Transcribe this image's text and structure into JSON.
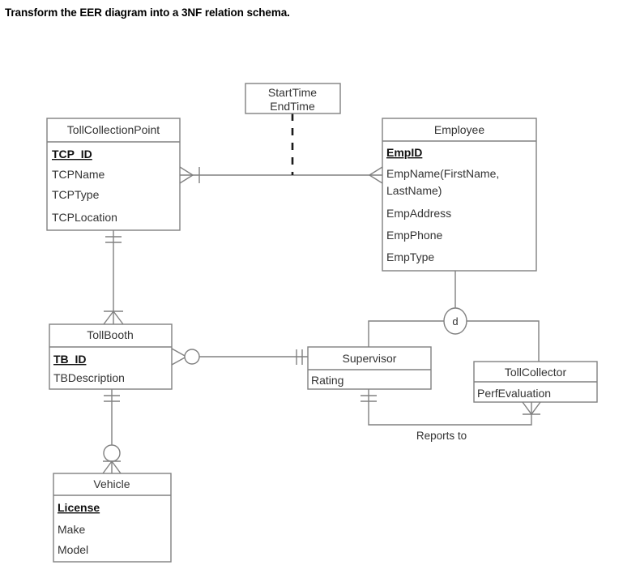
{
  "prompt": {
    "title": "Transform the EER diagram into a 3NF relation schema."
  },
  "diagram": {
    "type": "eer-diagram",
    "notation": "crows-foot",
    "colors": {
      "line": "#808080",
      "text": "#333333",
      "background": "#ffffff",
      "dashed_line": "#1a1a1a"
    },
    "entities": [
      {
        "id": "tollcollectionpoint",
        "name": "TollCollectionPoint",
        "attributes": [
          {
            "label": "TCP_ID",
            "primary_key": true
          },
          {
            "label": "TCPName",
            "primary_key": false
          },
          {
            "label": "TCPType",
            "primary_key": false
          },
          {
            "label": "TCPLocation",
            "primary_key": false
          }
        ]
      },
      {
        "id": "employee",
        "name": "Employee",
        "attributes": [
          {
            "label": "EmpID",
            "primary_key": true
          },
          {
            "label": "EmpName(FirstName,",
            "primary_key": false
          },
          {
            "label": "LastName)",
            "primary_key": false
          },
          {
            "label": "EmpAddress",
            "primary_key": false
          },
          {
            "label": "EmpPhone",
            "primary_key": false
          },
          {
            "label": "EmpType",
            "primary_key": false
          }
        ]
      },
      {
        "id": "tollbooth",
        "name": "TollBooth",
        "attributes": [
          {
            "label": "TB_ID",
            "primary_key": true
          },
          {
            "label": "TBDescription",
            "primary_key": false
          }
        ]
      },
      {
        "id": "supervisor",
        "name": "Supervisor",
        "attributes": [
          {
            "label": "Rating",
            "primary_key": false
          }
        ]
      },
      {
        "id": "tollcollector",
        "name": "TollCollector",
        "attributes": [
          {
            "label": "PerfEvaluation",
            "primary_key": false
          }
        ]
      },
      {
        "id": "vehicle",
        "name": "Vehicle",
        "attributes": [
          {
            "label": "License",
            "primary_key": true
          },
          {
            "label": "Make",
            "primary_key": false
          },
          {
            "label": "Model",
            "primary_key": false
          }
        ]
      }
    ],
    "attribute_box": {
      "id": "assignment-attributes",
      "lines": [
        "StartTime",
        "EndTime"
      ],
      "attached_to": "tollcollectionpoint-employee-relationship",
      "line_style": "dashed"
    },
    "relationships": [
      {
        "id": "tcp-employee",
        "from": "tollcollectionpoint",
        "to": "employee",
        "from_cardinality": "one-or-many",
        "to_cardinality": "many",
        "label": ""
      },
      {
        "id": "tcp-tollbooth",
        "from": "tollcollectionpoint",
        "to": "tollbooth",
        "from_cardinality": "exactly-one",
        "to_cardinality": "many",
        "label": ""
      },
      {
        "id": "tollbooth-supervisor",
        "from": "tollbooth",
        "to": "supervisor",
        "from_cardinality": "zero-or-many",
        "to_cardinality": "exactly-one",
        "label": ""
      },
      {
        "id": "tollbooth-vehicle",
        "from": "tollbooth",
        "to": "vehicle",
        "from_cardinality": "exactly-one",
        "to_cardinality": "zero-or-many",
        "label": ""
      },
      {
        "id": "reports-to",
        "from": "supervisor",
        "to": "tollcollector",
        "from_cardinality": "exactly-one",
        "to_cardinality": "many",
        "label": "Reports to"
      }
    ],
    "specialization": {
      "id": "employee-specialization",
      "symbol": "d",
      "type": "disjoint",
      "supertype": "employee",
      "subtypes": [
        "supervisor",
        "tollcollector"
      ]
    }
  }
}
